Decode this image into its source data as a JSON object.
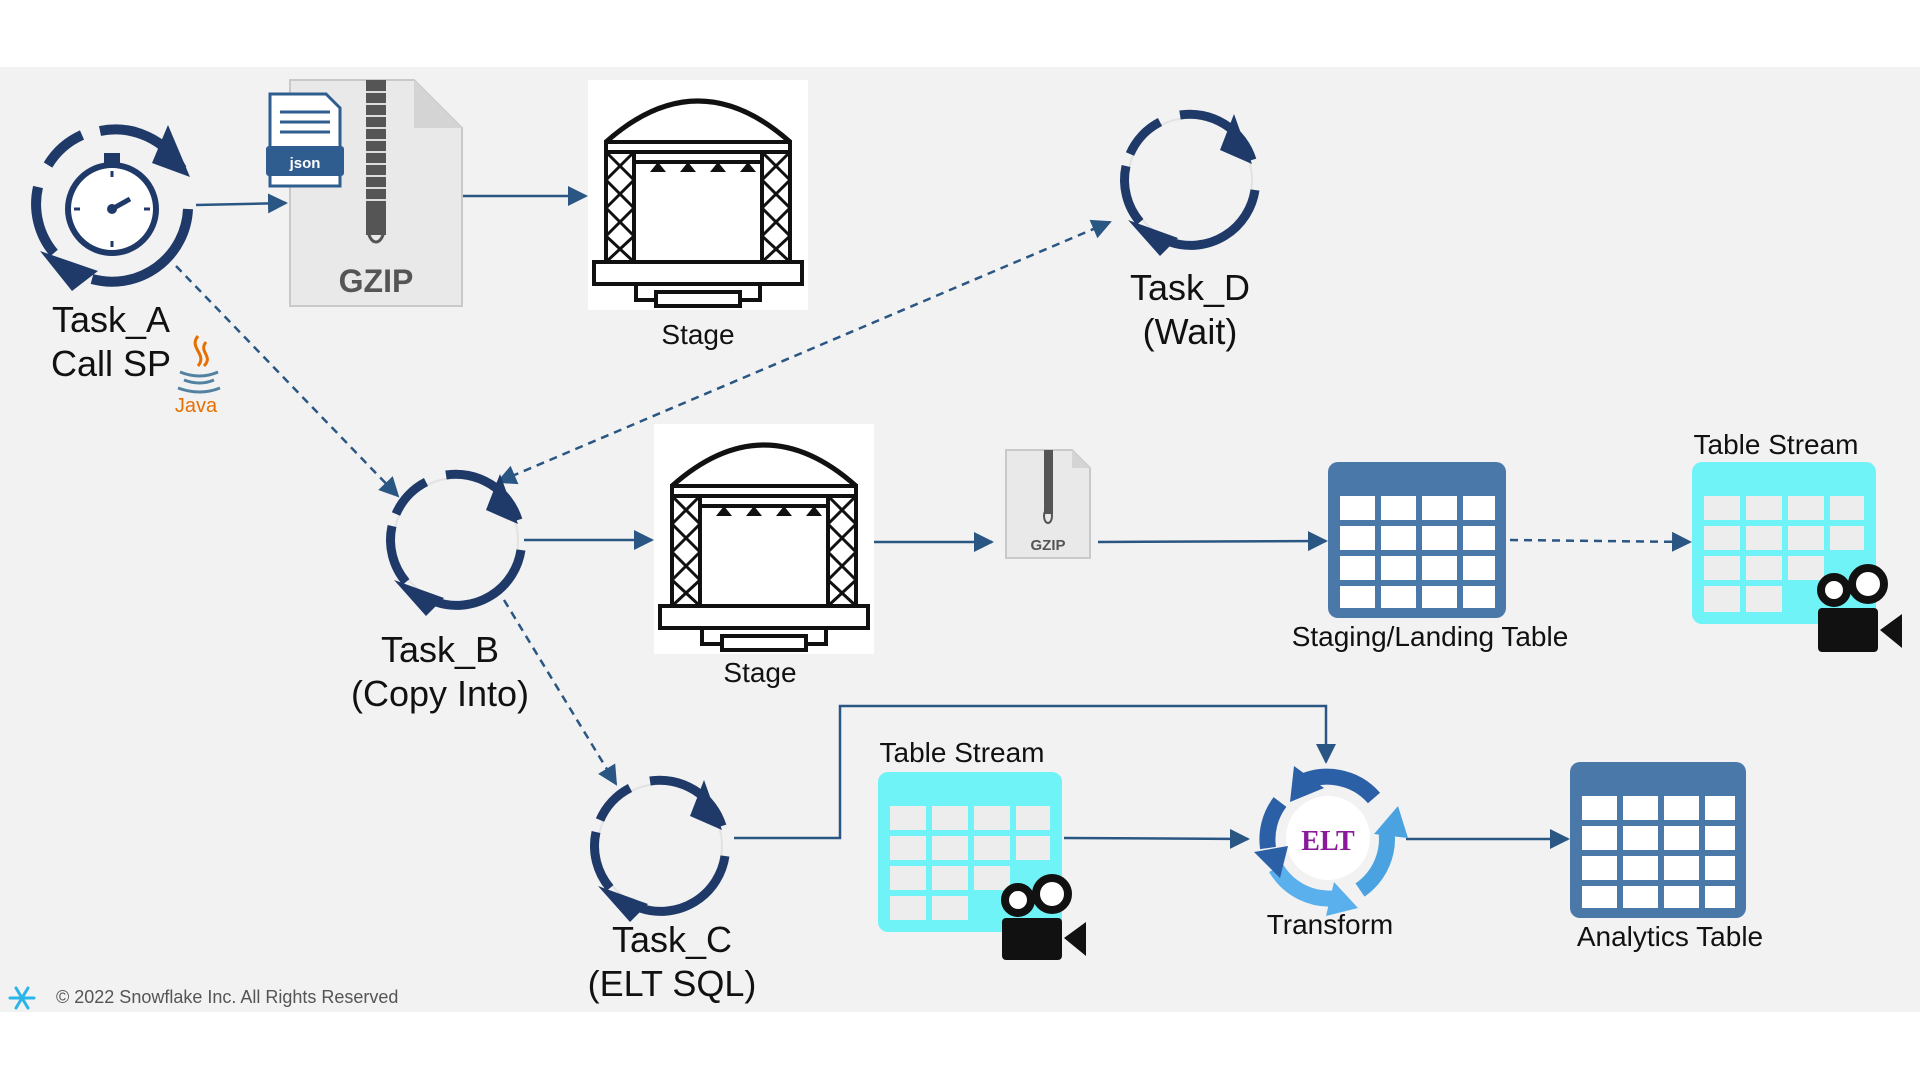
{
  "colors": {
    "arrow": "#2a5683",
    "task_ring": "#1f3a68",
    "table_blue": "#4a78a8",
    "stream_cyan": "#6ff3f6",
    "java_orange": "#e76f00",
    "elt_purple": "#8a1a9b",
    "background": "#f2f2f2"
  },
  "icons": {
    "task_a": "stopwatch-cycle-icon",
    "json_gzip": "json-gzip-file-icon",
    "stage": "stage-icon",
    "gzip_small": "gzip-file-icon",
    "task_cycle": "cycle-arrows-icon",
    "table": "table-icon",
    "stream": "table-stream-icon",
    "camera": "video-camera-icon",
    "elt": "elt-transform-icon",
    "java": "java-logo-icon",
    "snowflake": "snowflake-logo-icon"
  },
  "nodes": {
    "task_a": {
      "line1": "Task_A",
      "line2": "Call SP",
      "java": "Java"
    },
    "gzip_main": {
      "json": "json",
      "gzip": "GZIP"
    },
    "stage_top": {
      "label": "Stage"
    },
    "task_d": {
      "line1": "Task_D",
      "line2": "(Wait)"
    },
    "task_b": {
      "line1": "Task_B",
      "line2": "(Copy Into)"
    },
    "stage_mid": {
      "label": "Stage"
    },
    "gzip_small": {
      "gzip": "GZIP"
    },
    "staging_table": {
      "label": "Staging/Landing Table"
    },
    "stream_top": {
      "label": "Table Stream"
    },
    "task_c": {
      "line1": "Task_C",
      "line2": "(ELT SQL)"
    },
    "stream_bottom": {
      "label": "Table Stream"
    },
    "transform": {
      "label": "Transform",
      "badge": "ELT"
    },
    "analytics_table": {
      "label": "Analytics Table"
    }
  },
  "footer": {
    "text": "© 2022 Snowflake Inc. All Rights Reserved"
  }
}
